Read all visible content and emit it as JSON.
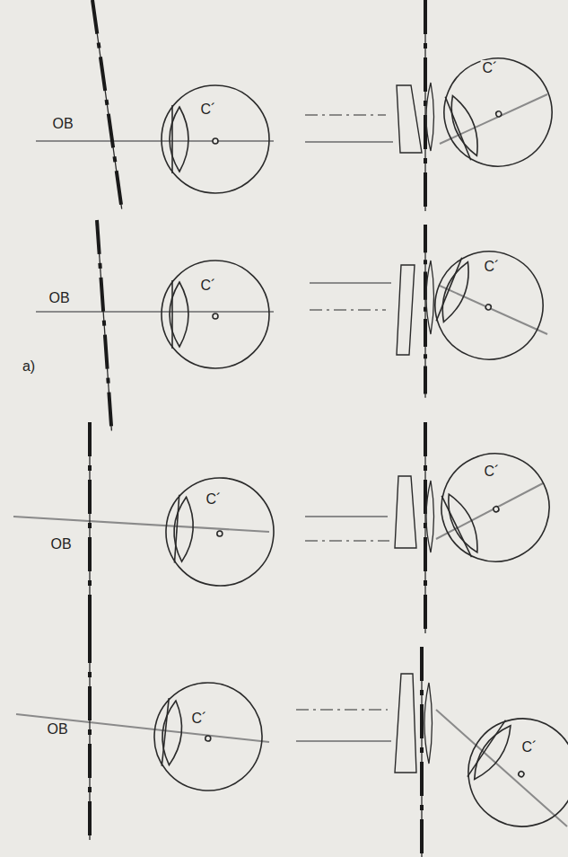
{
  "diagram": {
    "labels": [
      "OB",
      "C´",
      "C´",
      "OB",
      "C´",
      "C´",
      "a)",
      "OB",
      "C´",
      "C´",
      "OB",
      "C´",
      "C´"
    ]
  }
}
